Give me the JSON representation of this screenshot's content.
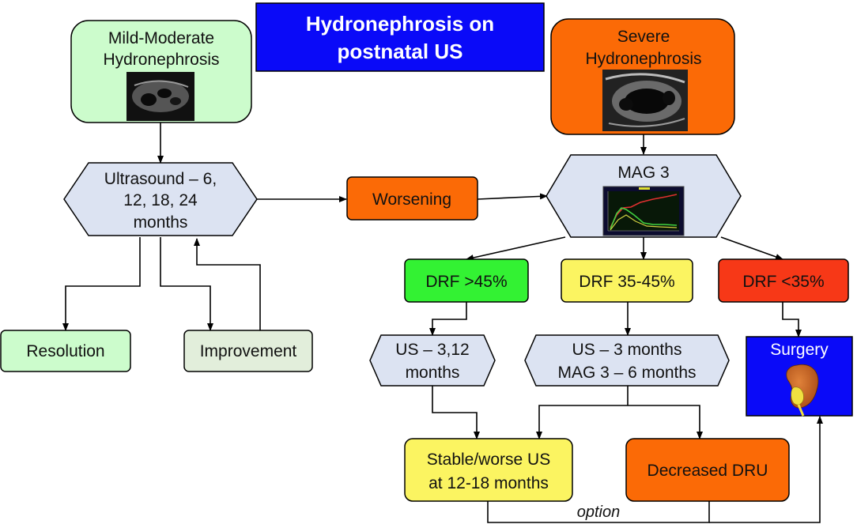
{
  "title": {
    "line1": "Hydronephrosis on",
    "line2": "postnatal US"
  },
  "nodes": {
    "mild": {
      "line1": "Mild-Moderate",
      "line2": "Hydronephrosis",
      "color": "#ccfccc"
    },
    "severe": {
      "line1": "Severe",
      "line2": "Hydronephrosis",
      "color": "#fb6a06"
    },
    "ultrasound": {
      "line1": "Ultrasound – 6,",
      "line2": "12, 18, 24",
      "line3": "months",
      "color": "#dce3f2"
    },
    "worsening": {
      "label": "Worsening",
      "color": "#fb6a06"
    },
    "mag3": {
      "label": "MAG 3",
      "color": "#dce3f2"
    },
    "resolution": {
      "label": "Resolution",
      "color": "#ccfccc"
    },
    "improvement": {
      "label": "Improvement",
      "color": "#e2eedb"
    },
    "drf_high": {
      "label": "DRF >45%",
      "color": "#33f233"
    },
    "drf_mid": {
      "label": "DRF 35-45%",
      "color": "#fbf461"
    },
    "drf_low": {
      "label": "DRF <35%",
      "color": "#f73817"
    },
    "us_312": {
      "line1": "US – 3,12",
      "line2": "months",
      "color": "#dce3f2"
    },
    "us_mag3": {
      "line1": "US – 3 months",
      "line2": "MAG 3 – 6 months",
      "color": "#dce3f2"
    },
    "surgery": {
      "label": "Surgery",
      "color": "#0a0af8"
    },
    "stable": {
      "line1": "Stable/worse US",
      "line2": "at 12-18 months",
      "color": "#fbf461"
    },
    "decreased": {
      "label": "Decreased DRU",
      "color": "#fb6a06"
    }
  },
  "edge_labels": {
    "option": "option"
  }
}
